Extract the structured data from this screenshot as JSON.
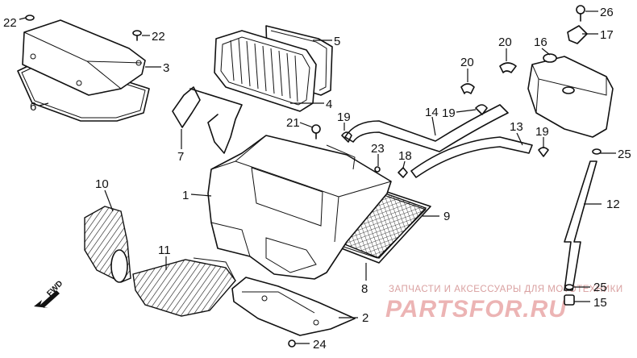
{
  "diagram": {
    "callouts": [
      {
        "id": "c-22a",
        "label": "22"
      },
      {
        "id": "c-22b",
        "label": "22"
      },
      {
        "id": "c-3",
        "label": "3"
      },
      {
        "id": "c-6",
        "label": "6"
      },
      {
        "id": "c-5",
        "label": "5"
      },
      {
        "id": "c-4",
        "label": "4"
      },
      {
        "id": "c-7",
        "label": "7"
      },
      {
        "id": "c-21",
        "label": "21"
      },
      {
        "id": "c-19a",
        "label": "19"
      },
      {
        "id": "c-14",
        "label": "14"
      },
      {
        "id": "c-19b",
        "label": "19"
      },
      {
        "id": "c-20a",
        "label": "20"
      },
      {
        "id": "c-20b",
        "label": "20"
      },
      {
        "id": "c-16",
        "label": "16"
      },
      {
        "id": "c-26",
        "label": "26"
      },
      {
        "id": "c-17",
        "label": "17"
      },
      {
        "id": "c-13",
        "label": "13"
      },
      {
        "id": "c-19c",
        "label": "19"
      },
      {
        "id": "c-25a",
        "label": "25"
      },
      {
        "id": "c-23",
        "label": "23"
      },
      {
        "id": "c-18",
        "label": "18"
      },
      {
        "id": "c-12",
        "label": "12"
      },
      {
        "id": "c-10",
        "label": "10"
      },
      {
        "id": "c-1",
        "label": "1"
      },
      {
        "id": "c-9",
        "label": "9"
      },
      {
        "id": "c-11",
        "label": "11"
      },
      {
        "id": "c-8",
        "label": "8"
      },
      {
        "id": "c-25b",
        "label": "25"
      },
      {
        "id": "c-15",
        "label": "15"
      },
      {
        "id": "c-2",
        "label": "2"
      },
      {
        "id": "c-24",
        "label": "24"
      }
    ],
    "direction_label": "FWD"
  },
  "watermark": {
    "line1": "ЗАПЧАСТИ И АКСЕССУАРЫ ДЛЯ МОТОТЕХНИКИ",
    "line2": "PARTSFOR.RU"
  }
}
